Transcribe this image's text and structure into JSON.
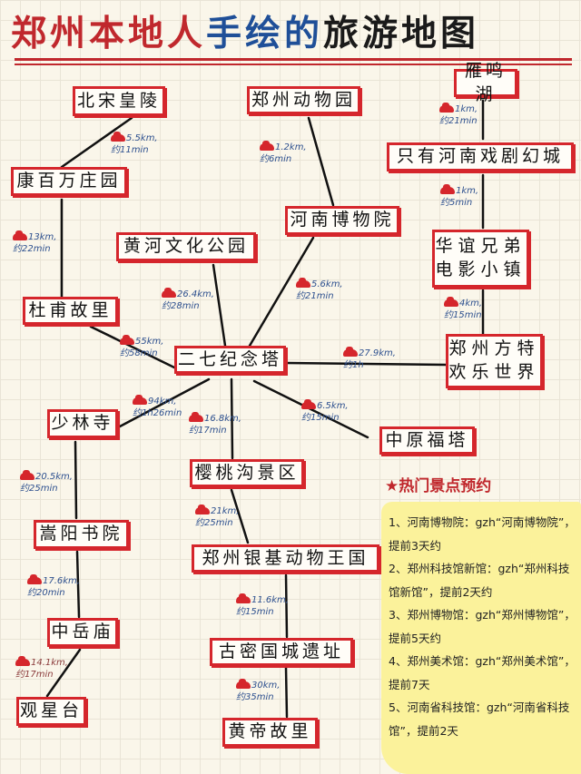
{
  "title": {
    "part_red": "郑州本地人",
    "part_blue": "手绘的",
    "part_black": "旅游地图"
  },
  "colors": {
    "accent_red": "#d5262c",
    "title_blue": "#1f4f98",
    "label_blue": "#2c4f8e",
    "note_yellow": "#fbf29b"
  },
  "nodes": [
    "北宋皇陵",
    "郑州动物园",
    "雁鸣湖",
    "康百万庄园",
    "只有河南戏剧幻城",
    "河南博物院",
    "黄河文化公园",
    "华谊兄弟电影小镇",
    "杜甫故里",
    "二七纪念塔",
    "郑州方特欢乐世界",
    "少林寺",
    "中原福塔",
    "樱桃沟景区",
    "嵩阳书院",
    "郑州银基动物王国",
    "中岳庙",
    "古密国城遗址",
    "观星台",
    "黄帝故里"
  ],
  "edges": [
    {
      "from": "北宋皇陵",
      "to": "康百万庄园",
      "distance": "5.5km,",
      "time": "约11min"
    },
    {
      "from": "康百万庄园",
      "to": "杜甫故里",
      "distance": "13km,",
      "time": "约22min"
    },
    {
      "from": "杜甫故里",
      "to": "二七纪念塔",
      "distance": "55km,",
      "time": "约58min"
    },
    {
      "from": "黄河文化公园",
      "to": "二七纪念塔",
      "distance": "26.4km,",
      "time": "约28min"
    },
    {
      "from": "郑州动物园",
      "to": "河南博物院",
      "distance": "1.2km,",
      "time": "约6min"
    },
    {
      "from": "河南博物院",
      "to": "二七纪念塔",
      "distance": "5.6km,",
      "time": "约21min"
    },
    {
      "from": "二七纪念塔",
      "to": "郑州方特欢乐世界",
      "distance": "27.9km,",
      "time": "约1h"
    },
    {
      "from": "雁鸣湖",
      "to": "只有河南戏剧幻城",
      "distance": "1km,",
      "time": "约21min"
    },
    {
      "from": "只有河南戏剧幻城",
      "to": "华谊兄弟电影小镇",
      "distance": "1km,",
      "time": "约5min"
    },
    {
      "from": "华谊兄弟电影小镇",
      "to": "郑州方特欢乐世界",
      "distance": "4km,",
      "time": "约15min"
    },
    {
      "from": "二七纪念塔",
      "to": "少林寺",
      "distance": "94km,",
      "time": "约1h26min"
    },
    {
      "from": "二七纪念塔",
      "to": "樱桃沟景区",
      "distance": "16.8km,",
      "time": "约17min"
    },
    {
      "from": "二七纪念塔",
      "to": "中原福塔",
      "distance": "6.5km,",
      "time": "约15min"
    },
    {
      "from": "樱桃沟景区",
      "to": "郑州银基动物王国",
      "distance": "21km,",
      "time": "约25min"
    },
    {
      "from": "郑州银基动物王国",
      "to": "古密国城遗址",
      "distance": "11.6km,",
      "time": "约15min"
    },
    {
      "from": "古密国城遗址",
      "to": "黄帝故里",
      "distance": "30km,",
      "time": "约35min"
    },
    {
      "from": "少林寺",
      "to": "嵩阳书院",
      "distance": "20.5km,",
      "time": "约25min"
    },
    {
      "from": "嵩阳书院",
      "to": "中岳庙",
      "distance": "17.6km,",
      "time": "约20min"
    },
    {
      "from": "中岳庙",
      "to": "观星台",
      "distance": "14.1km,",
      "time": "约17min"
    }
  ],
  "booking": {
    "title": "★热门景点预约",
    "items": [
      "1、河南博物院：gzh“河南博物院”，提前3天约",
      "2、郑州科技馆新馆：gzh“郑州科技馆新馆”，提前2天约",
      "3、郑州博物馆：gzh“郑州博物馆”，提前5天约",
      "4、郑州美术馆：gzh“郑州美术馆”，提前7天",
      "5、河南省科技馆：gzh“河南省科技馆”，提前2天"
    ]
  }
}
